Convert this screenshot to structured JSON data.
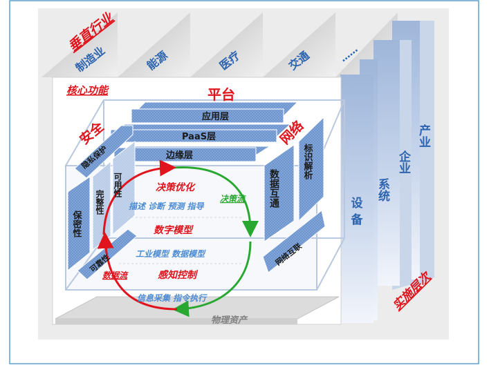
{
  "vertical": {
    "title": "垂直行业",
    "items": [
      "制造业",
      "能源",
      "医疗",
      "交通",
      "……"
    ]
  },
  "levels": {
    "title": "实施层次",
    "items": [
      "设备",
      "系统",
      "企业",
      "产业"
    ]
  },
  "core": {
    "title": "核心功能",
    "bottom_label": "物理资产"
  },
  "platform": {
    "title": "平台",
    "layers": [
      "应用层",
      "PaaS层",
      "边缘层"
    ]
  },
  "security": {
    "title": "安全",
    "items": [
      "隐私保护",
      "可用性",
      "完整性",
      "保密性",
      "可靠性"
    ]
  },
  "network": {
    "title": "网络",
    "items": [
      "标识解析",
      "数据互通",
      "网络互联"
    ]
  },
  "cycle": {
    "decision": "决策优化",
    "decision_sub": "描述 诊断 预测 指导",
    "decision_flow": "决策流",
    "digital_model": "数字模型",
    "digital_sub": "工业模型 数据模型",
    "perception": "感知控制",
    "data_flow": "数据流",
    "perception_sub": "信息采集 指令执行"
  },
  "colors": {
    "red": "#e0141c",
    "blue": "#2c64b0",
    "green": "#28a830",
    "panel": "#6f95cf",
    "border": "#5aa0c8"
  }
}
